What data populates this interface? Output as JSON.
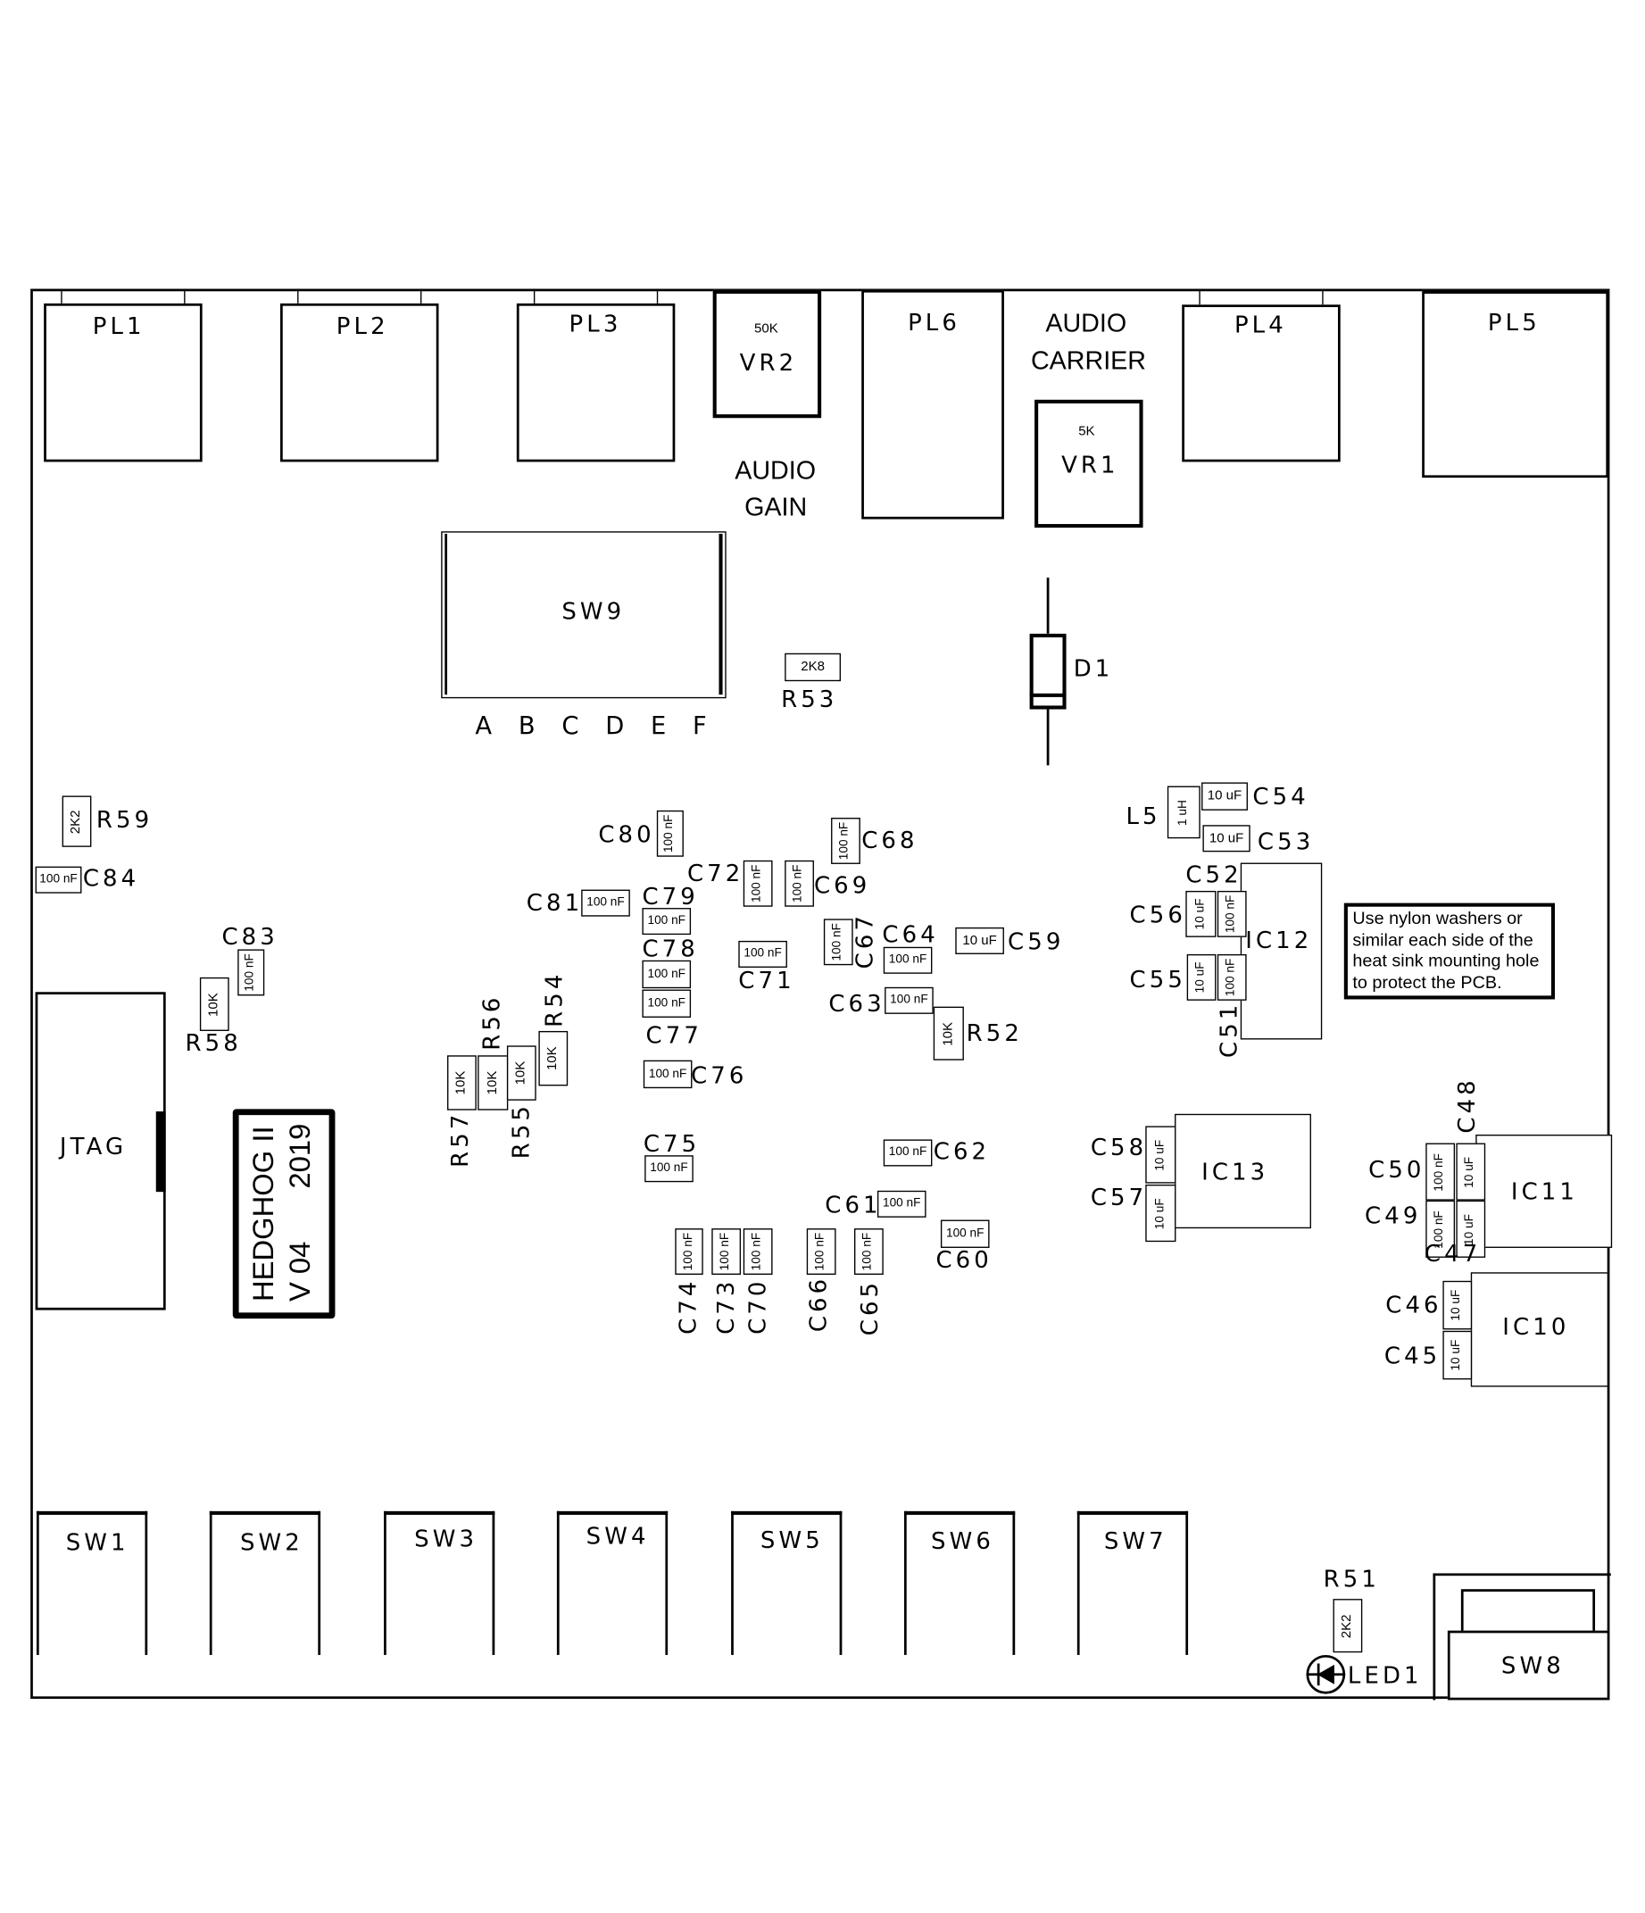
{
  "board": {
    "name": "HEDGHOG II",
    "version": "V 04",
    "year": "2019"
  },
  "connectors": {
    "pl1": "PL1",
    "pl2": "PL2",
    "pl3": "PL3",
    "pl4": "PL4",
    "pl5": "PL5",
    "pl6": "PL6",
    "jtag": "JTAG"
  },
  "pots": {
    "vr2": {
      "ref": "VR2",
      "value": "50K"
    },
    "vr1": {
      "ref": "VR1",
      "value": "5K"
    }
  },
  "annotations": {
    "audio_gain_1": "AUDIO",
    "audio_gain_2": "GAIN",
    "audio_carrier_1": "AUDIO",
    "audio_carrier_2": "CARRIER",
    "note": "Use nylon washers or similar each side of the heat sink mounting hole to protect the PCB.",
    "note_lines": [
      "Use nylon washers or",
      "similar each side of the",
      "heat sink mounting hole",
      "to protect the PCB."
    ]
  },
  "switches": {
    "sw1": "SW1",
    "sw2": "SW2",
    "sw3": "SW3",
    "sw4": "SW4",
    "sw5": "SW5",
    "sw6": "SW6",
    "sw7": "SW7",
    "sw8": "SW8",
    "sw9": "SW9",
    "sw9_positions": [
      "A",
      "B",
      "C",
      "D",
      "E",
      "F"
    ]
  },
  "diodes": {
    "d1": "D1",
    "led1": "LED1"
  },
  "ics": {
    "ic10": "IC10",
    "ic11": "IC11",
    "ic12": "IC12",
    "ic13": "IC13"
  },
  "inductors": {
    "l5": {
      "ref": "L5",
      "value": "1 uH"
    }
  },
  "resistors": {
    "r51": {
      "ref": "R51",
      "value": "2K2"
    },
    "r52": {
      "ref": "R52",
      "value": "10K"
    },
    "r53": {
      "ref": "R53",
      "value": "2K8"
    },
    "r54": {
      "ref": "R54",
      "value": "10K"
    },
    "r55": {
      "ref": "R55",
      "value": "10K"
    },
    "r56": {
      "ref": "R56",
      "value": "10K"
    },
    "r57": {
      "ref": "R57",
      "value": "10K"
    },
    "r58": {
      "ref": "R58",
      "value": "10K"
    },
    "r59": {
      "ref": "R59",
      "value": "2K2"
    }
  },
  "capacitors": {
    "c45": {
      "ref": "C45",
      "value": "10 uF"
    },
    "c46": {
      "ref": "C46",
      "value": "10 uF"
    },
    "c47": {
      "ref": "C47",
      "value": "10 uF"
    },
    "c48": {
      "ref": "C48",
      "value": "10 uF"
    },
    "c49": {
      "ref": "C49",
      "value": "100 nF"
    },
    "c50": {
      "ref": "C50",
      "value": "100 nF"
    },
    "c51": {
      "ref": "C51",
      "value": "100 nF"
    },
    "c52": {
      "ref": "C52",
      "value": "100 nF"
    },
    "c53": {
      "ref": "C53",
      "value": "10 uF"
    },
    "c54": {
      "ref": "C54",
      "value": "10 uF"
    },
    "c55": {
      "ref": "C55",
      "value": "10 uF"
    },
    "c56": {
      "ref": "C56",
      "value": "10 uF"
    },
    "c57": {
      "ref": "C57",
      "value": "10 uF"
    },
    "c58": {
      "ref": "C58",
      "value": "10 uF"
    },
    "c59": {
      "ref": "C59",
      "value": "10 uF"
    },
    "c60": {
      "ref": "C60",
      "value": "100 nF"
    },
    "c61": {
      "ref": "C61",
      "value": "100 nF"
    },
    "c62": {
      "ref": "C62",
      "value": "100 nF"
    },
    "c63": {
      "ref": "C63",
      "value": "100 nF"
    },
    "c64": {
      "ref": "C64",
      "value": "100 nF"
    },
    "c65": {
      "ref": "C65",
      "value": "100 nF"
    },
    "c66": {
      "ref": "C66",
      "value": "100 nF"
    },
    "c67": {
      "ref": "C67",
      "value": "100 nF"
    },
    "c68": {
      "ref": "C68",
      "value": "100 nF"
    },
    "c69": {
      "ref": "C69",
      "value": "100 nF"
    },
    "c70": {
      "ref": "C70",
      "value": "100 nF"
    },
    "c71": {
      "ref": "C71",
      "value": "100 nF"
    },
    "c72": {
      "ref": "C72",
      "value": "100 nF"
    },
    "c73": {
      "ref": "C73",
      "value": "100 nF"
    },
    "c74": {
      "ref": "C74",
      "value": "100 nF"
    },
    "c75": {
      "ref": "C75",
      "value": "100 nF"
    },
    "c76": {
      "ref": "C76",
      "value": "100 nF"
    },
    "c77": {
      "ref": "C77",
      "value": "100 nF"
    },
    "c78": {
      "ref": "C78",
      "value": "100 nF"
    },
    "c79": {
      "ref": "C79",
      "value": "100 nF"
    },
    "c80": {
      "ref": "C80",
      "value": "100 nF"
    },
    "c81": {
      "ref": "C81",
      "value": "100 nF"
    },
    "c83": {
      "ref": "C83",
      "value": "100 nF"
    },
    "c84": {
      "ref": "C84",
      "value": "100 nF"
    }
  }
}
